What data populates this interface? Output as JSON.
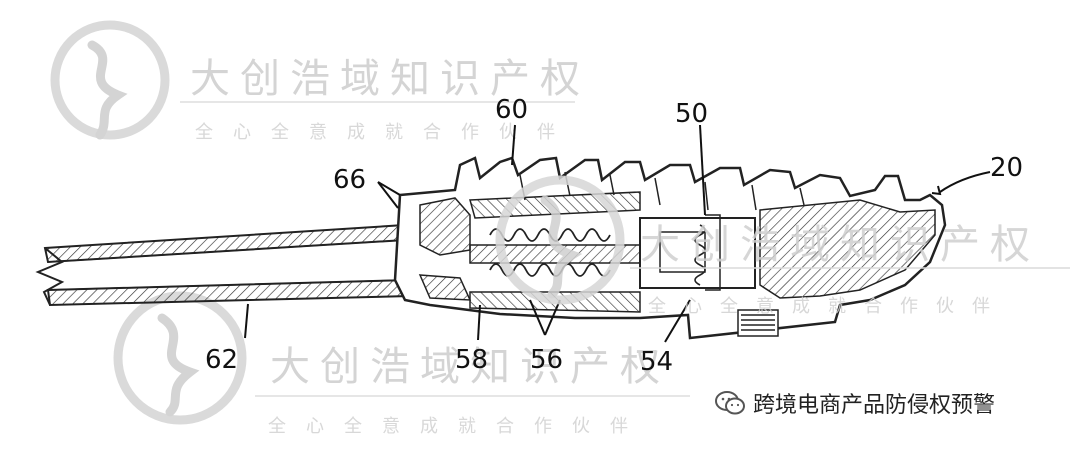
{
  "figure": {
    "reference_numerals": [
      "60",
      "50",
      "66",
      "20",
      "62",
      "58",
      "56",
      "54"
    ]
  },
  "watermark": {
    "title": "大创浩域知识产权",
    "subtitle": "全心全意成就合作伙伴"
  },
  "badge": {
    "icon": "wechat-icon",
    "text": "跨境电商产品防侵权预警"
  }
}
